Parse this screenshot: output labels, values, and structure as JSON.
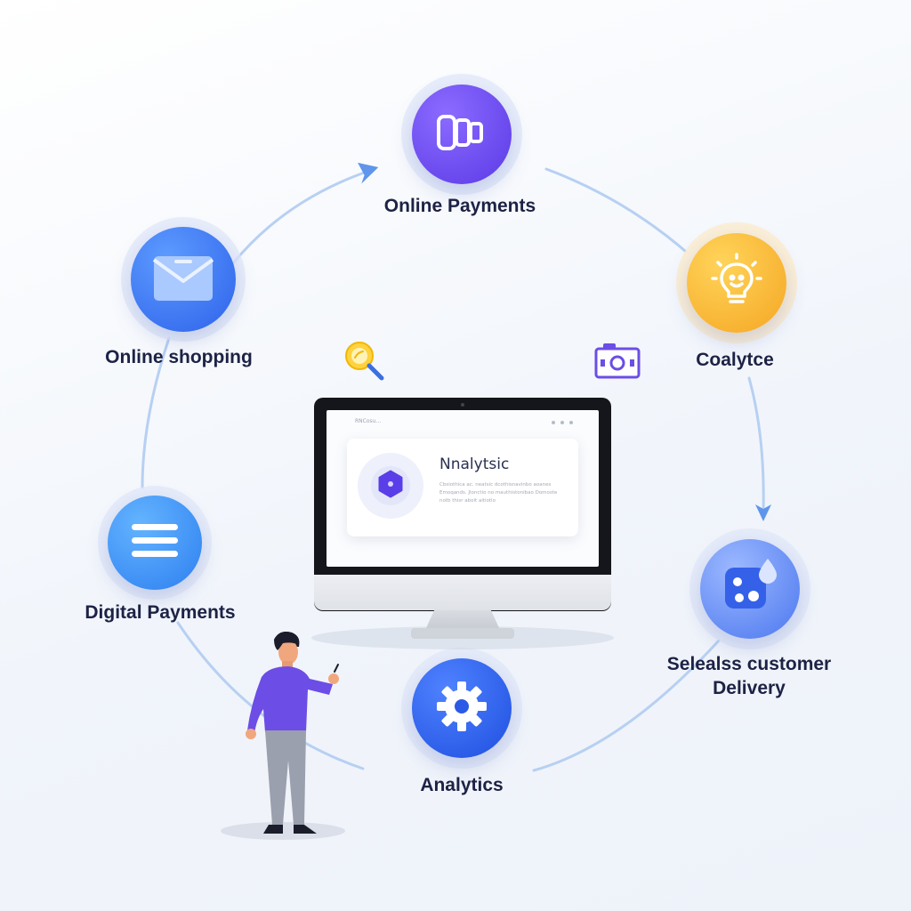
{
  "nodes": [
    {
      "id": "online-payments",
      "label_lines": [
        "Online Payments"
      ],
      "icon": "wallet-icon",
      "color": "#6a4ff0"
    },
    {
      "id": "coalytce",
      "label_lines": [
        "Coalytce"
      ],
      "icon": "lightbulb-icon",
      "color": "#f7b733"
    },
    {
      "id": "selealss-delivery",
      "label_lines": [
        "Selealss customer",
        "Delivery"
      ],
      "icon": "blocks-icon",
      "color": "#3f6df2"
    },
    {
      "id": "analytics",
      "label_lines": [
        "Analytics"
      ],
      "icon": "gear-icon",
      "color": "#2f62f0"
    },
    {
      "id": "digital-payments",
      "label_lines": [
        "Digital Payments"
      ],
      "icon": "list-icon",
      "color": "#3a8ff5"
    },
    {
      "id": "online-shopping",
      "label_lines": [
        "Online shopping"
      ],
      "icon": "envelope-icon",
      "color": "#3f7cf2"
    }
  ],
  "floating_icons": [
    "magnifier-icon",
    "camera-icon"
  ],
  "monitor": {
    "screen_header": "RNCosu...",
    "card_title": "Nnalytsic",
    "card_text": "Cbsiothica ac. neatsic dcothisnavinbo aoanes Emoqands. Jlonctio no mauthistonibao Domoste notb thisr aboit aitiotlo"
  },
  "colors": {
    "connector": "#9ec0ee",
    "arrowhead": "#5f95ea",
    "label_text": "#1d2245"
  }
}
